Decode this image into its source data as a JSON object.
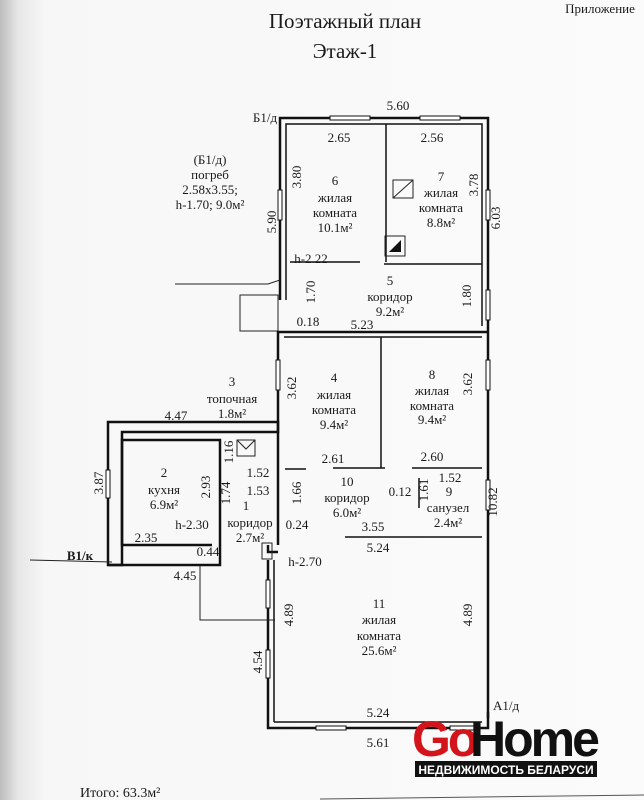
{
  "header_note": "Приложение",
  "title": "Поэтажный план",
  "subtitle": "Этаж-1",
  "rooms": [
    {
      "num": "1",
      "name": "коридор",
      "area": "2.7м²"
    },
    {
      "num": "2",
      "name": "кухня",
      "area": "6.9м²"
    },
    {
      "num": "3",
      "name": "топочная",
      "area": "1.8м²"
    },
    {
      "num": "4",
      "name1": "жилая",
      "name2": "комната",
      "area": "9.4м²"
    },
    {
      "num": "5",
      "name": "коридор",
      "area": "9.2м²"
    },
    {
      "num": "6",
      "name1": "жилая",
      "name2": "комната",
      "area": "10.1м²"
    },
    {
      "num": "7",
      "name1": "жилая",
      "name2": "комната",
      "area": "8.8м²"
    },
    {
      "num": "8",
      "name1": "жилая",
      "name2": "комната",
      "area": "9.4м²"
    },
    {
      "num": "9",
      "name": "санузел",
      "area": "2.4м²"
    },
    {
      "num": "10",
      "name": "коридор",
      "area": "6.0м²"
    },
    {
      "num": "11",
      "name1": "жилая",
      "name2": "комната",
      "area": "25.6м²"
    }
  ],
  "cellar": {
    "code": "(Б1/д)",
    "name": "погреб",
    "size": "2.58x3.55;",
    "height_area": "h-1.70; 9.0м²"
  },
  "markers": {
    "b1d": "Б1/д",
    "v1k": "В1/к",
    "a1d": "А1/д"
  },
  "heights": {
    "h1": "h-2.22",
    "h2": "h-2.30",
    "h3": "h-2.70"
  },
  "dims": [
    "5.60",
    "2.65",
    "2.56",
    "3.80",
    "3.78",
    "5.90",
    "6.03",
    "1.70",
    "1.80",
    "0.18",
    "5.23",
    "3.62",
    "3.62",
    "4.47",
    "1.16",
    "1.52",
    "2.93",
    "1.74",
    "1.53",
    "1.66",
    "2.61",
    "2.60",
    "0.12",
    "1.61",
    "1.52",
    "10.82",
    "3.87",
    "2.35",
    "0.44",
    "0.24",
    "3.55",
    "5.24",
    "4.45",
    "4.89",
    "4.89",
    "4.54",
    "5.24",
    "5.61"
  ],
  "total": "Итого: 63.3м²",
  "logo": {
    "go": "Go",
    "home": "Home",
    "tagline": "НЕДВИЖИМОСТЬ БЕЛАРУСИ",
    "accent": "#d3141b"
  }
}
